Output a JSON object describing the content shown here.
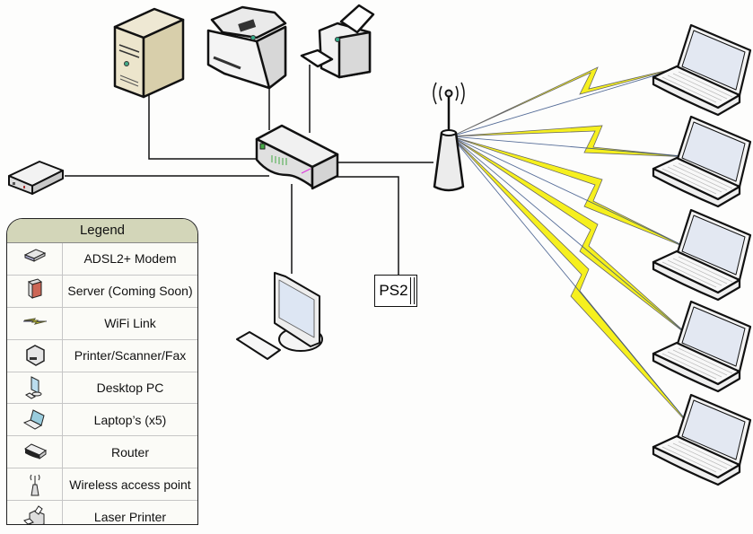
{
  "diagram": {
    "type": "network-topology",
    "nodes": [
      {
        "id": "adsl-modem",
        "kind": "ADSL2+ Modem"
      },
      {
        "id": "server",
        "kind": "Server (Coming Soon)"
      },
      {
        "id": "printer-scanner-fax",
        "kind": "Printer/Scanner/Fax"
      },
      {
        "id": "laser-printer",
        "kind": "Laser Printer"
      },
      {
        "id": "router",
        "kind": "Router"
      },
      {
        "id": "desktop-pc",
        "kind": "Desktop PC"
      },
      {
        "id": "ps2",
        "kind": "PS2",
        "label": "PS2"
      },
      {
        "id": "wireless-ap",
        "kind": "Wireless access point"
      },
      {
        "id": "laptop-1",
        "kind": "Laptop"
      },
      {
        "id": "laptop-2",
        "kind": "Laptop"
      },
      {
        "id": "laptop-3",
        "kind": "Laptop"
      },
      {
        "id": "laptop-4",
        "kind": "Laptop"
      },
      {
        "id": "laptop-5",
        "kind": "Laptop"
      }
    ],
    "wired_links": [
      [
        "adsl-modem",
        "router"
      ],
      [
        "server",
        "router"
      ],
      [
        "printer-scanner-fax",
        "router"
      ],
      [
        "laser-printer",
        "router"
      ],
      [
        "router",
        "desktop-pc"
      ],
      [
        "router",
        "ps2"
      ],
      [
        "router",
        "wireless-ap"
      ]
    ],
    "wifi_links": [
      [
        "wireless-ap",
        "laptop-1"
      ],
      [
        "wireless-ap",
        "laptop-2"
      ],
      [
        "wireless-ap",
        "laptop-3"
      ],
      [
        "wireless-ap",
        "laptop-4"
      ],
      [
        "wireless-ap",
        "laptop-5"
      ]
    ],
    "colors": {
      "wifi_bolt": "#f6f01e",
      "wifi_line": "#2d4a80",
      "wire": "#111111",
      "legend_header": "#d3d6b9"
    }
  },
  "ps2_label": "PS2",
  "legend": {
    "title": "Legend",
    "items": [
      {
        "icon": "modem-icon",
        "label": "ADSL2+ Modem"
      },
      {
        "icon": "server-icon",
        "label": "Server (Coming Soon)"
      },
      {
        "icon": "wifi-link-icon",
        "label": "WiFi Link"
      },
      {
        "icon": "printer-scanner-fax-icon",
        "label": "Printer/Scanner/Fax"
      },
      {
        "icon": "desktop-pc-icon",
        "label": "Desktop PC"
      },
      {
        "icon": "laptop-icon",
        "label": "Laptop’s (x5)"
      },
      {
        "icon": "router-icon",
        "label": "Router"
      },
      {
        "icon": "wireless-ap-icon",
        "label": "Wireless access point"
      },
      {
        "icon": "laser-printer-icon",
        "label": "Laser Printer"
      }
    ]
  }
}
